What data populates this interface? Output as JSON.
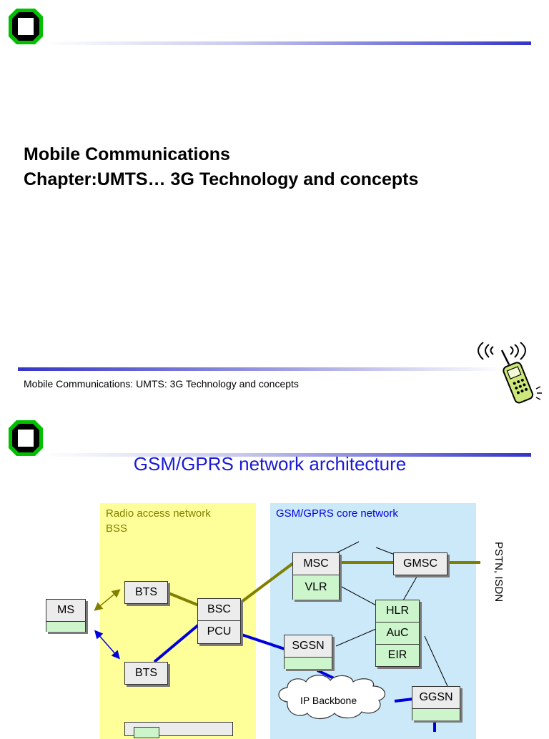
{
  "slide1": {
    "title_line1": "Mobile Communications",
    "title_line2": "Chapter:UMTS… 3G Technology and concepts",
    "footer": "Mobile Communications: UMTS: 3G Technology and concepts"
  },
  "slide2": {
    "title": "GSM/GPRS network architecture",
    "regions": {
      "ran_line1": "Radio access network",
      "ran_line2": "BSS",
      "core": "GSM/GPRS core network"
    },
    "external": "PSTN, ISDN",
    "nodes": {
      "ms": "MS",
      "bts1": "BTS",
      "bts2": "BTS",
      "bsc": "BSC",
      "pcu": "PCU",
      "msc": "MSC",
      "vlr": "VLR",
      "gmsc": "GMSC",
      "hlr": "HLR",
      "auc": "AuC",
      "eir": "EIR",
      "sgsn": "SGSN",
      "ggsn": "GGSN",
      "ip_backbone": "IP Backbone"
    }
  },
  "colors": {
    "title_blue": "#1a1ad6",
    "ran_bg": "#ffff99",
    "core_bg": "#cce9f9",
    "olive_link": "#808000",
    "blue_link": "#0000dd",
    "node_green": "#ccf5cc"
  }
}
